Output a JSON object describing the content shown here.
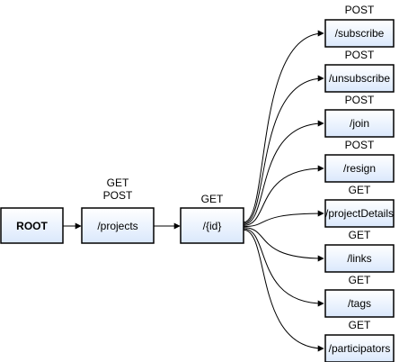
{
  "colors": {
    "node_fill_top": "#ffffff",
    "node_fill_bottom": "#dae8fc",
    "node_stroke": "#000000",
    "edge": "#000000"
  },
  "root": {
    "label": "ROOT"
  },
  "projects": {
    "label": "/projects",
    "methods": [
      "GET",
      "POST"
    ]
  },
  "id": {
    "label": "/{id}",
    "methods": [
      "GET"
    ]
  },
  "endpoints": [
    {
      "label": "/subscribe",
      "method": "POST"
    },
    {
      "label": "/unsubscribe",
      "method": "POST"
    },
    {
      "label": "/join",
      "method": "POST"
    },
    {
      "label": "/resign",
      "method": "POST"
    },
    {
      "label": "/projectDetails",
      "method": "GET"
    },
    {
      "label": "/links",
      "method": "GET"
    },
    {
      "label": "/tags",
      "method": "GET"
    },
    {
      "label": "/participators",
      "method": "GET"
    }
  ]
}
